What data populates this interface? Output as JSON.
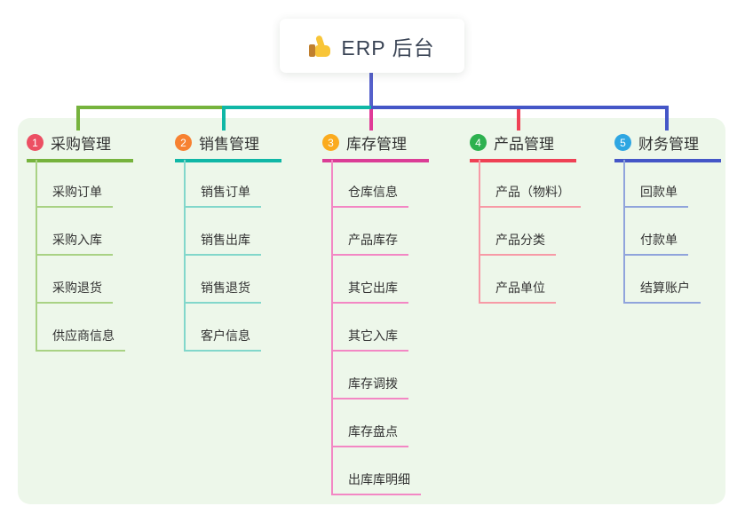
{
  "root": {
    "label": "ERP 后台",
    "icon": "thumbs-up-icon"
  },
  "colors": {
    "root_drop": "#5560cb",
    "center_drop": "#e03a97",
    "panel_bg": "#edf7ea",
    "bus_left_green": "#76b33d",
    "bus_mid_teal": "#10b7a6",
    "bus_right_blue": "#4456c7"
  },
  "branches": [
    {
      "num": "1",
      "title": "采购管理",
      "badge_color": "#ec4f63",
      "line_color": "#76b33d",
      "light_color": "#a9d284",
      "items": [
        "采购订单",
        "采购入库",
        "采购退货",
        "供应商信息"
      ]
    },
    {
      "num": "2",
      "title": "销售管理",
      "badge_color": "#f78131",
      "line_color": "#10b7a6",
      "light_color": "#82d7cb",
      "items": [
        "销售订单",
        "销售出库",
        "销售退货",
        "客户信息"
      ]
    },
    {
      "num": "3",
      "title": "库存管理",
      "badge_color": "#fbab1e",
      "line_color": "#db3d96",
      "light_color": "#f387c4",
      "items": [
        "仓库信息",
        "产品库存",
        "其它出库",
        "其它入库",
        "库存调拨",
        "库存盘点",
        "出库库明细"
      ]
    },
    {
      "num": "4",
      "title": "产品管理",
      "badge_color": "#2db14f",
      "line_color": "#ef4155",
      "light_color": "#f79aa6",
      "items": [
        "产品（物料）",
        "产品分类",
        "产品单位"
      ]
    },
    {
      "num": "5",
      "title": "财务管理",
      "badge_color": "#2ea6e2",
      "line_color": "#4456c7",
      "light_color": "#90a4dc",
      "items": [
        "回款单",
        "付款单",
        "结算账户"
      ]
    }
  ]
}
